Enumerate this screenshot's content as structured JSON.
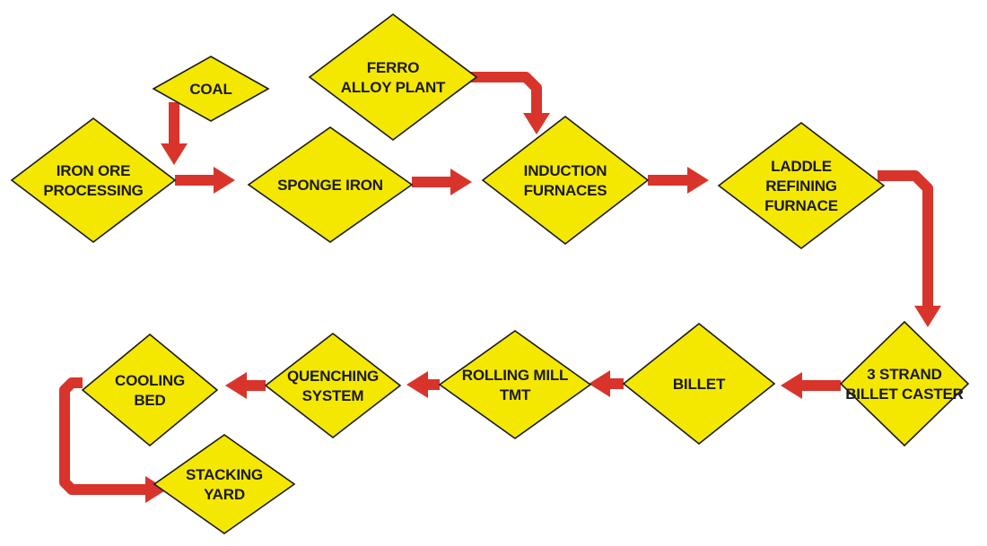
{
  "diagram": {
    "colors": {
      "node_fill": "#f5e800",
      "node_stroke": "#1a1a1a",
      "arrow": "#d9342b",
      "background": "#ffffff"
    },
    "nodes": {
      "coal": [
        "COAL"
      ],
      "ferro_alloy_plant": [
        "FERRO",
        "ALLOY PLANT"
      ],
      "iron_ore_processing": [
        "IRON ORE",
        "PROCESSING"
      ],
      "sponge_iron": [
        "SPONGE IRON"
      ],
      "induction_furnaces": [
        "INDUCTION",
        "FURNACES"
      ],
      "laddle_refining_furnace": [
        "LADDLE",
        "REFINING",
        "FURNACE"
      ],
      "billet_caster": [
        "3 STRAND",
        "BILLET CASTER"
      ],
      "billet": [
        "BILLET"
      ],
      "rolling_mill_tmt": [
        "ROLLING MILL",
        "TMT"
      ],
      "quenching_system": [
        "QUENCHING",
        "SYSTEM"
      ],
      "cooling_bed": [
        "COOLING",
        "BED"
      ],
      "stacking_yard": [
        "STACKING",
        "YARD"
      ]
    },
    "edges": [
      {
        "from": "coal",
        "to": "iron_ore_processing"
      },
      {
        "from": "iron_ore_processing",
        "to": "sponge_iron"
      },
      {
        "from": "sponge_iron",
        "to": "induction_furnaces"
      },
      {
        "from": "ferro_alloy_plant",
        "to": "induction_furnaces"
      },
      {
        "from": "induction_furnaces",
        "to": "laddle_refining_furnace"
      },
      {
        "from": "laddle_refining_furnace",
        "to": "billet_caster"
      },
      {
        "from": "billet_caster",
        "to": "billet"
      },
      {
        "from": "billet",
        "to": "rolling_mill_tmt"
      },
      {
        "from": "rolling_mill_tmt",
        "to": "quenching_system"
      },
      {
        "from": "quenching_system",
        "to": "cooling_bed"
      },
      {
        "from": "cooling_bed",
        "to": "stacking_yard"
      }
    ]
  }
}
